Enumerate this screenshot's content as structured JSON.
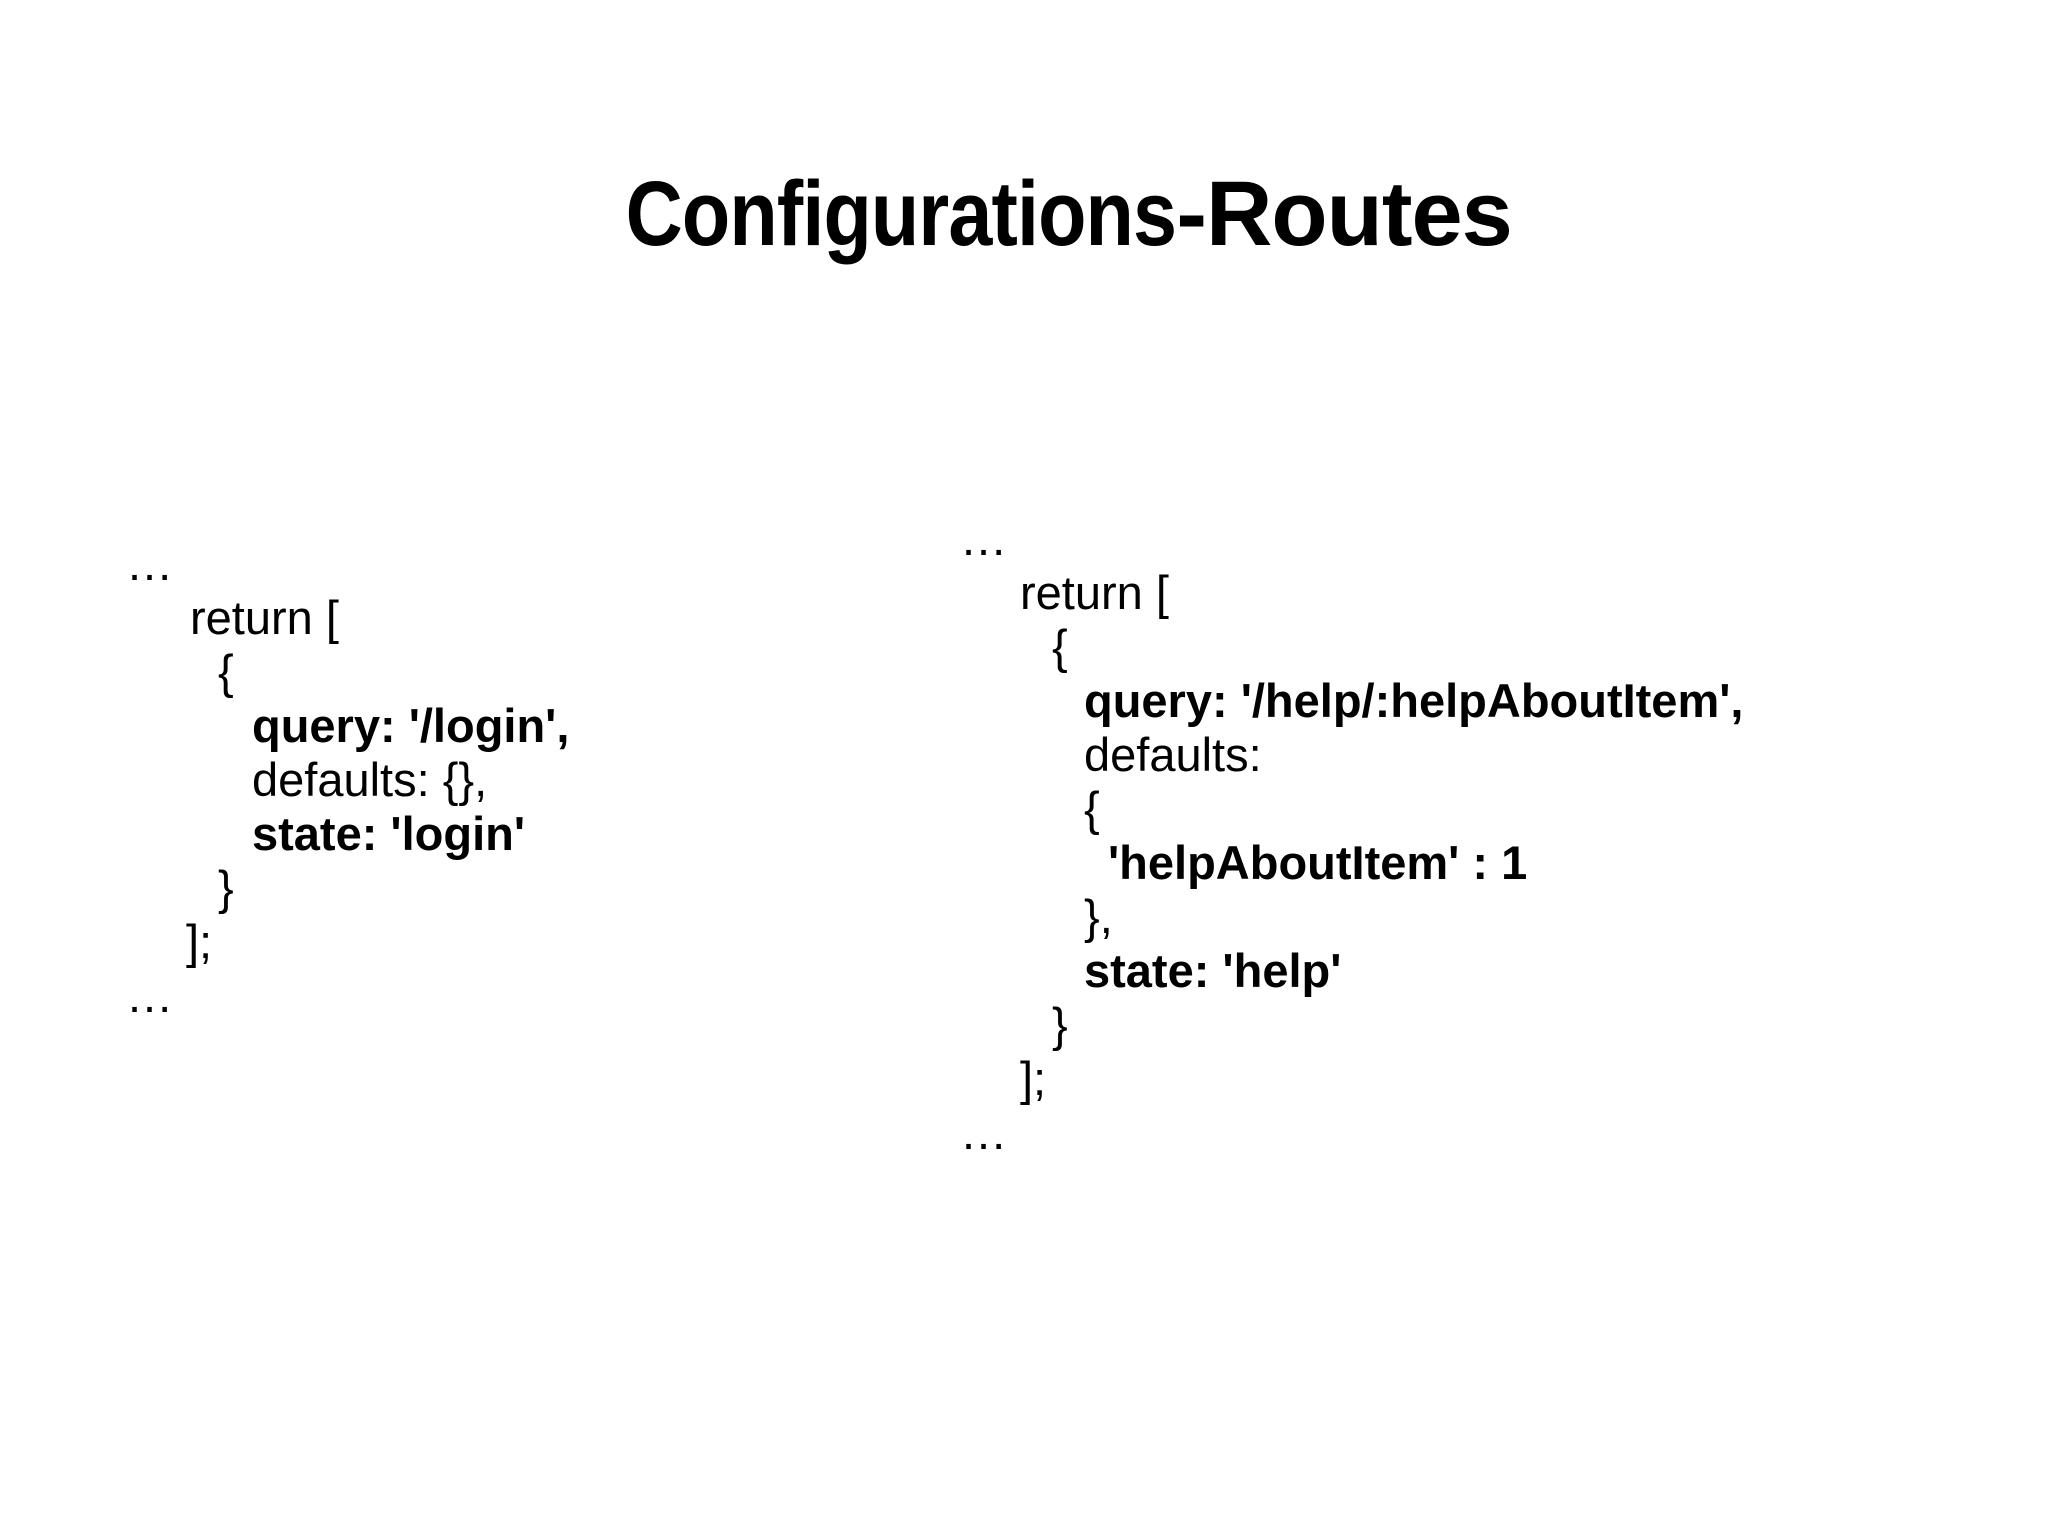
{
  "slide": {
    "title_main": "Configurations",
    "title_separator": " - ",
    "title_tail": "Routes",
    "title_full": "Configurations - Routes",
    "background_color": "#ffffff",
    "text_color": "#000000"
  },
  "code_left": {
    "name": "login-route-snippet",
    "lines": [
      {
        "text": "...",
        "indent": 0,
        "bold": false
      },
      {
        "text": "return [",
        "indent": 62,
        "bold": false
      },
      {
        "text": "{",
        "indent": 90,
        "bold": false
      },
      {
        "text": "query: '/login',",
        "indent": 124,
        "bold": true
      },
      {
        "text": "defaults: {},",
        "indent": 124,
        "bold": false
      },
      {
        "text": "state: 'login'",
        "indent": 124,
        "bold": true
      },
      {
        "text": "}",
        "indent": 90,
        "bold": false
      },
      {
        "text": "];",
        "indent": 58,
        "bold": false
      },
      {
        "text": "...",
        "indent": 0,
        "bold": false
      }
    ]
  },
  "code_right": {
    "name": "help-route-snippet",
    "lines": [
      {
        "text": "...",
        "indent": 0,
        "bold": false
      },
      {
        "text": "return [",
        "indent": 58,
        "bold": false
      },
      {
        "text": "{",
        "indent": 90,
        "bold": false
      },
      {
        "text": "query: '/help/:helpAboutItem',",
        "indent": 122,
        "bold": true
      },
      {
        "text": "defaults:",
        "indent": 122,
        "bold": false
      },
      {
        "text": "{",
        "indent": 122,
        "bold": false
      },
      {
        "text": "'helpAboutItem' : 1",
        "indent": 146,
        "bold": true
      },
      {
        "text": "},",
        "indent": 122,
        "bold": false
      },
      {
        "text": "state: 'help'",
        "indent": 122,
        "bold": true
      },
      {
        "text": "}",
        "indent": 90,
        "bold": false
      },
      {
        "text": "];",
        "indent": 58,
        "bold": false
      },
      {
        "text": "...",
        "indent": 0,
        "bold": false
      }
    ]
  }
}
